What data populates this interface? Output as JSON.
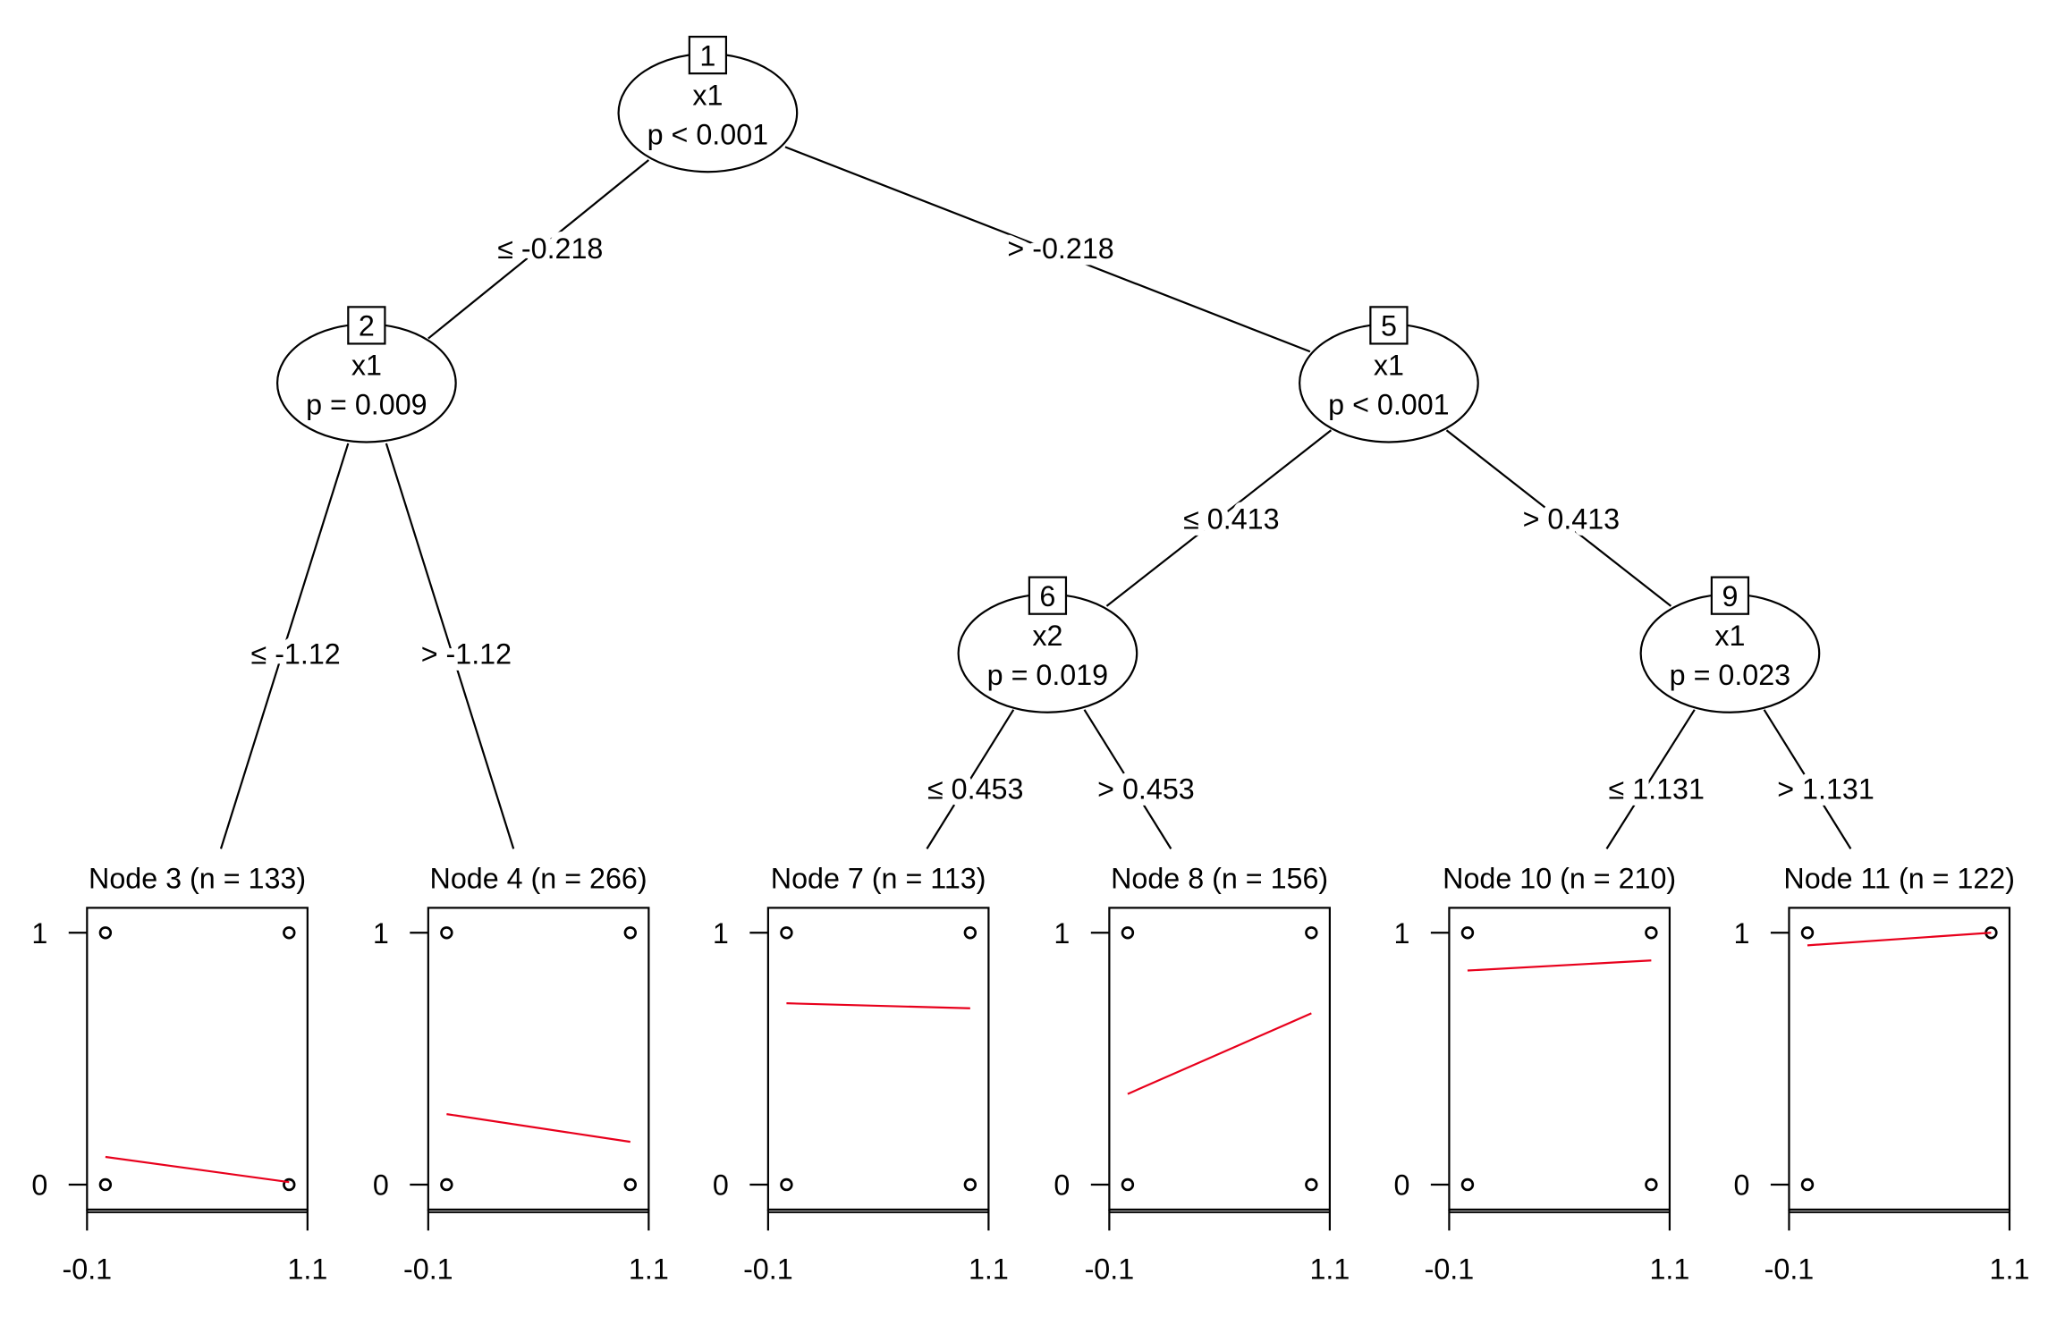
{
  "inner_nodes": [
    {
      "id": "1",
      "variable": "x1",
      "p": "p < 0.001"
    },
    {
      "id": "2",
      "variable": "x1",
      "p": "p = 0.009"
    },
    {
      "id": "5",
      "variable": "x1",
      "p": "p < 0.001"
    },
    {
      "id": "6",
      "variable": "x2",
      "p": "p = 0.019"
    },
    {
      "id": "9",
      "variable": "x1",
      "p": "p = 0.023"
    }
  ],
  "edges": [
    {
      "from": "1",
      "to": "2",
      "label": "≤ -0.218"
    },
    {
      "from": "1",
      "to": "5",
      "label": "> -0.218"
    },
    {
      "from": "2",
      "to": "3",
      "label": "≤ -1.12"
    },
    {
      "from": "2",
      "to": "4",
      "label": "> -1.12"
    },
    {
      "from": "5",
      "to": "6",
      "label": "≤ 0.413"
    },
    {
      "from": "5",
      "to": "9",
      "label": "> 0.413"
    },
    {
      "from": "6",
      "to": "7",
      "label": "≤ 0.453"
    },
    {
      "from": "6",
      "to": "8",
      "label": "> 0.453"
    },
    {
      "from": "9",
      "to": "10",
      "label": "≤ 1.131"
    },
    {
      "from": "9",
      "to": "11",
      "label": "> 1.131"
    }
  ],
  "chart_data": {
    "type": "scatter",
    "xlim": [
      -0.1,
      1.1
    ],
    "x_tick_labels": [
      "-0.1",
      "1.1"
    ],
    "y_tick_labels": [
      "0",
      "1"
    ],
    "fit_line_color": "#e8001c",
    "panels": [
      {
        "title": "Node 3 (n = 133)",
        "points": [
          [
            0,
            1
          ],
          [
            1,
            1
          ],
          [
            0,
            0
          ],
          [
            1,
            0
          ]
        ],
        "fit": [
          0.11,
          0.01
        ]
      },
      {
        "title": "Node 4 (n = 266)",
        "points": [
          [
            0,
            1
          ],
          [
            1,
            1
          ],
          [
            0,
            0
          ],
          [
            1,
            0
          ]
        ],
        "fit": [
          0.28,
          0.17
        ]
      },
      {
        "title": "Node 7 (n = 113)",
        "points": [
          [
            0,
            1
          ],
          [
            1,
            1
          ],
          [
            0,
            0
          ],
          [
            1,
            0
          ]
        ],
        "fit": [
          0.72,
          0.7
        ]
      },
      {
        "title": "Node 8 (n = 156)",
        "points": [
          [
            0,
            1
          ],
          [
            1,
            1
          ],
          [
            0,
            0
          ],
          [
            1,
            0
          ]
        ],
        "fit": [
          0.36,
          0.68
        ]
      },
      {
        "title": "Node 10 (n = 210)",
        "points": [
          [
            0,
            1
          ],
          [
            1,
            1
          ],
          [
            0,
            0
          ],
          [
            1,
            0
          ]
        ],
        "fit": [
          0.85,
          0.89
        ]
      },
      {
        "title": "Node 11 (n = 122)",
        "points": [
          [
            0,
            1
          ],
          [
            1,
            1
          ],
          [
            0,
            0
          ]
        ],
        "fit": [
          0.95,
          1.0
        ]
      }
    ]
  }
}
